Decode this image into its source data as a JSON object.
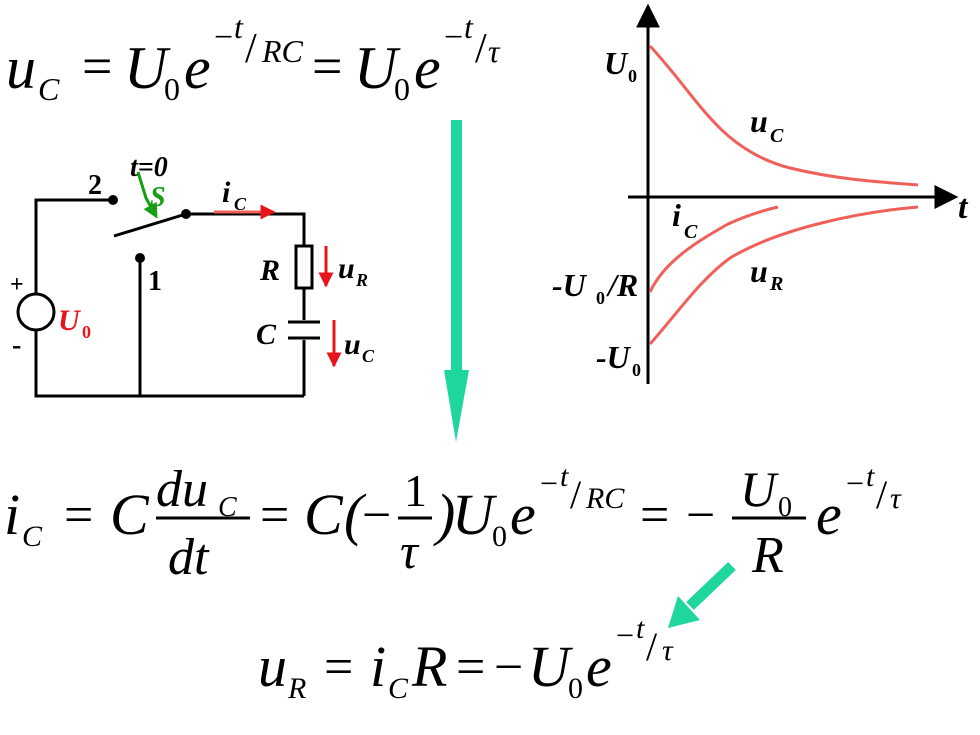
{
  "colors": {
    "curve": "#f0605a",
    "arrow_big": "#1fd69f",
    "label_red": "#e8141b",
    "label_green": "#169e16",
    "ink": "#000000"
  },
  "eq1": {
    "u": "u",
    "C": "C",
    "eq": "=",
    "U": "U",
    "zero": "0",
    "e": "e",
    "minus": "−",
    "t": "t",
    "slash": "/",
    "RC": "RC",
    "tau": "τ"
  },
  "circuit": {
    "node2": "2",
    "node1": "1",
    "t0": "t=0",
    "switch": "S",
    "plus": "+",
    "minus": "-",
    "source_U": "U",
    "source_sub": "0",
    "ic_i": "i",
    "ic_sub": "C",
    "R": "R",
    "uR_u": "u",
    "uR_sub": "R",
    "C": "C",
    "uC_u": "u",
    "uC_sub": "C"
  },
  "graph": {
    "y_top": "U",
    "y_top_sub": "0",
    "y_mid_pre": "-U",
    "y_mid_sub": "0",
    "y_mid_post": "/R",
    "y_bot_pre": "-U",
    "y_bot_sub": "0",
    "x_axis": "t",
    "uC_u": "u",
    "uC_sub": "C",
    "iC_i": "i",
    "iC_sub": "C",
    "uR_u": "u",
    "uR_sub": "R"
  },
  "eq2": {
    "i": "i",
    "C": "C",
    "eq": "=",
    "du": "du",
    "dt": "dt",
    "paren_open": "(",
    "paren_close": ")",
    "minus": "−",
    "one": "1",
    "tau": "τ",
    "U": "U",
    "zero": "0",
    "e": "e",
    "t": "t",
    "slash": "/",
    "RC": "RC",
    "R": "R"
  },
  "eq3": {
    "u": "u",
    "R": "R",
    "eq": "=",
    "i": "i",
    "C": "C",
    "minus": "−",
    "U": "U",
    "zero": "0",
    "e": "e",
    "t": "t",
    "slash": "/",
    "tau": "τ"
  }
}
